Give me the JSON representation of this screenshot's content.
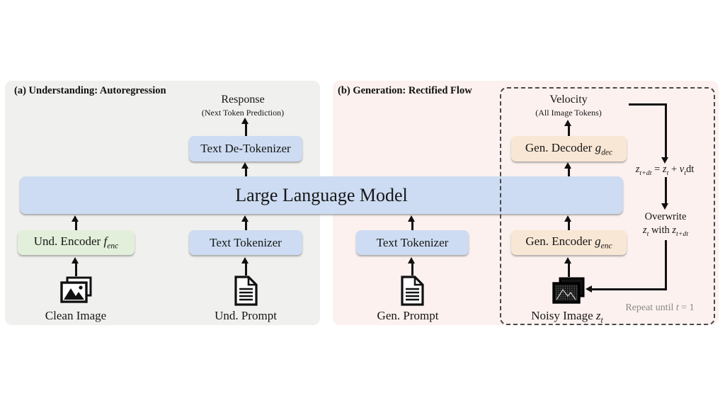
{
  "colors": {
    "panel_a_bg": "#f0f0ee",
    "panel_b_bg": "#fcf1ef",
    "node_blue": "#cddcf2",
    "node_green": "#e2efda",
    "node_peach": "#f9e7d5",
    "arrow": "#111111",
    "dashed_border": "#4a4a4a",
    "muted_text": "#8a8a8a"
  },
  "llm": {
    "label": "Large Language Model"
  },
  "panel_a": {
    "title": "(a) Understanding: Autoregression",
    "response_label": "Response",
    "response_sub": "(Next Token Prediction)",
    "detokenizer_label": "Text De-Tokenizer",
    "und_encoder": {
      "label": "Und. Encoder ",
      "var": "f",
      "sub": "enc"
    },
    "text_tokenizer_label": "Text Tokenizer",
    "clean_image_label": "Clean Image",
    "und_prompt_label": "Und. Prompt"
  },
  "panel_b": {
    "title": "(b) Generation: Rectified Flow",
    "velocity_label": "Velocity",
    "velocity_sub": "(All Image Tokens)",
    "gen_decoder": {
      "label": "Gen. Decoder ",
      "var": "g",
      "sub": "dec"
    },
    "gen_encoder": {
      "label": "Gen. Encoder ",
      "var": "g",
      "sub": "enc"
    },
    "text_tokenizer_label": "Text Tokenizer",
    "gen_prompt_label": "Gen. Prompt",
    "noisy_image": {
      "label": "Noisy Image ",
      "var": "z",
      "sub": "t"
    },
    "equation": {
      "v1": "z",
      "s1": "t+dt",
      "t1": " = ",
      "v2": "z",
      "s2": "t",
      "t2": " + ",
      "v3": "v",
      "s3": "t",
      "t3": "dt"
    },
    "overwrite": {
      "line1": "Overwrite",
      "v1": "z",
      "s1": "t",
      "mid": " with ",
      "v2": "z",
      "s2": "t+dt"
    },
    "repeat": {
      "pre": "Repeat until ",
      "var": "t",
      "post": " = 1"
    }
  }
}
